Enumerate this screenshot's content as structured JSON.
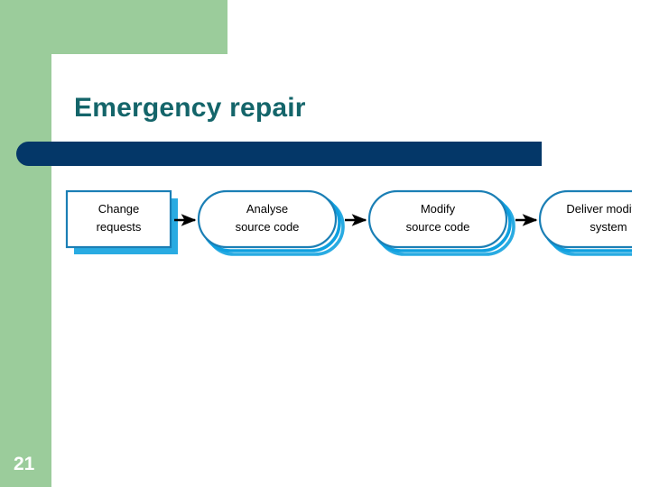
{
  "slide": {
    "title": "Emergency repair",
    "page_number": "21",
    "colors": {
      "accent_green": "#9BCC9B",
      "title_teal": "#14656A",
      "rule_navy": "#043768",
      "shape_outline": "#1B7FB5",
      "shape_shadow": "#29ABE2",
      "shape_fill": "#FFFFFF",
      "arrow": "#000000"
    }
  },
  "diagram": {
    "type": "flow",
    "direction": "left-to-right",
    "nodes": [
      {
        "id": "change-requests",
        "shape": "rectangle",
        "lines": [
          "Change",
          "requests"
        ]
      },
      {
        "id": "analyse-source-code",
        "shape": "stadium",
        "lines": [
          "Analyse",
          "source code"
        ]
      },
      {
        "id": "modify-source-code",
        "shape": "stadium",
        "lines": [
          "Modify",
          "source code"
        ]
      },
      {
        "id": "deliver-modified-system",
        "shape": "stadium",
        "lines": [
          "Deliver modified",
          "system"
        ]
      }
    ],
    "arrows": [
      {
        "from": "change-requests",
        "to": "analyse-source-code"
      },
      {
        "from": "analyse-source-code",
        "to": "modify-source-code"
      },
      {
        "from": "modify-source-code",
        "to": "deliver-modified-system"
      }
    ]
  }
}
